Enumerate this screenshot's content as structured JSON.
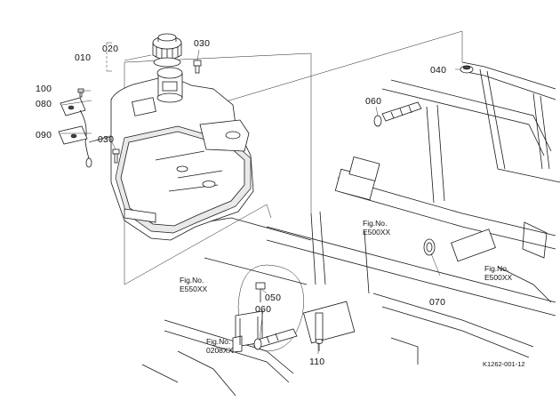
{
  "callouts": {
    "c010": "010",
    "c020": "020",
    "c030a": "030",
    "c030b": "030",
    "c040": "040",
    "c050": "050",
    "c060a": "060",
    "c060b": "060",
    "c070": "070",
    "c080": "080",
    "c090": "090",
    "c100": "100",
    "c110": "110"
  },
  "figure_refs": {
    "ref_center": {
      "line1": "Fig.No.",
      "line2": "E500XX"
    },
    "ref_right": {
      "line1": "Fig.No.",
      "line2": "E500XX"
    },
    "ref_left": {
      "line1": "Fig.No.",
      "line2": "E550XX"
    },
    "ref_bottom": {
      "line1": "Fig.No.",
      "line2": "0208XX"
    }
  },
  "drawing_code": "K1262-001-12"
}
